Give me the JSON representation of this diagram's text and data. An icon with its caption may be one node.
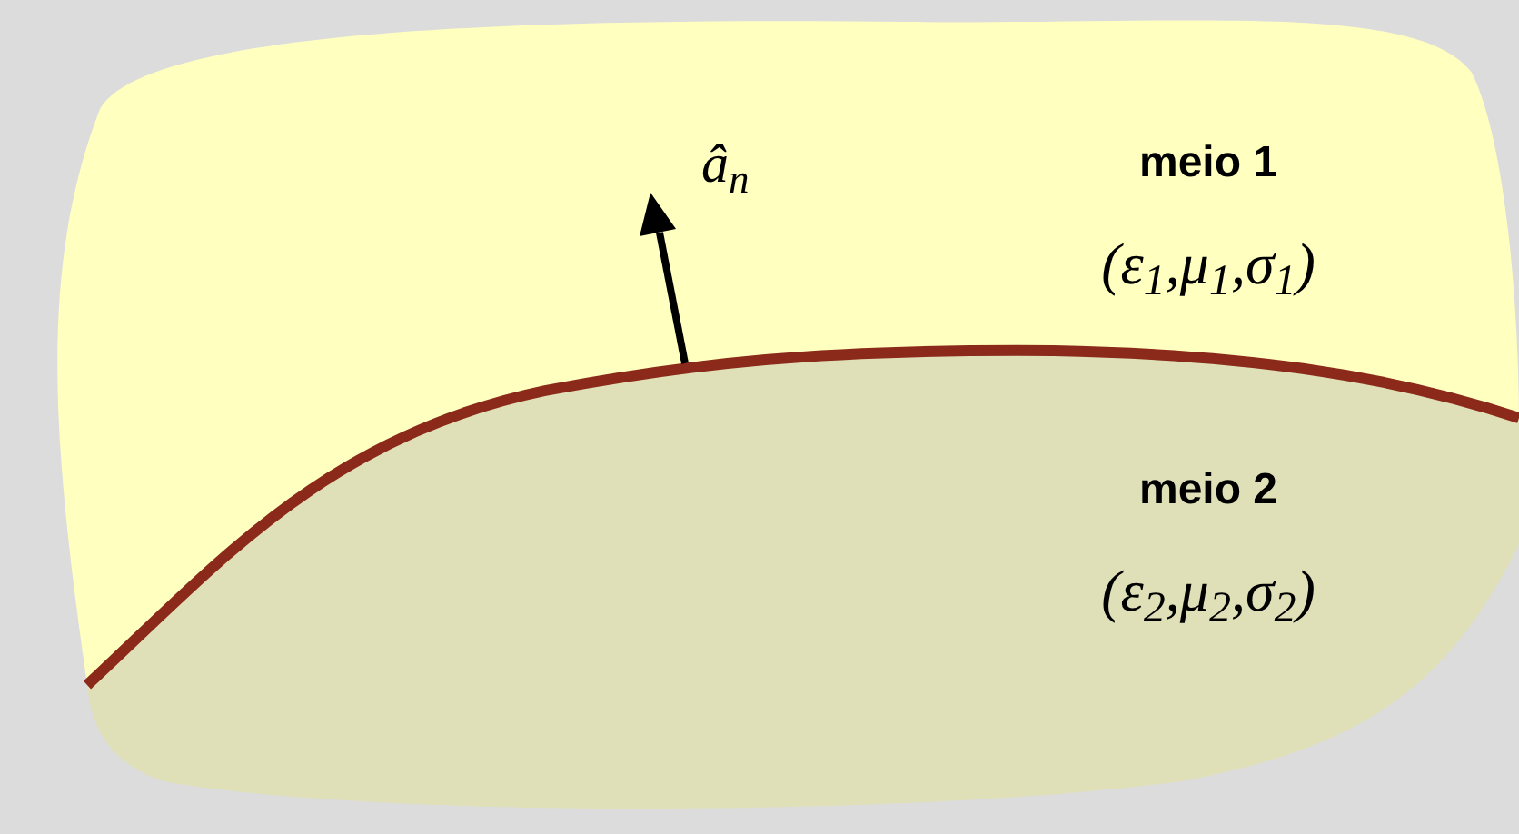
{
  "diagram": {
    "nodes": [
      {
        "text": [
          "meio 1",
          "(ε$_{1}$,μ$_{1}$,σ$_{1}$)"
        ]
      },
      {
        "text": [
          "meio 2",
          "(ε$_{2}$,μ$_{2}$,σ$_{2}$)"
        ]
      }
    ],
    "labels": [
      "â$_{n}$"
    ]
  }
}
